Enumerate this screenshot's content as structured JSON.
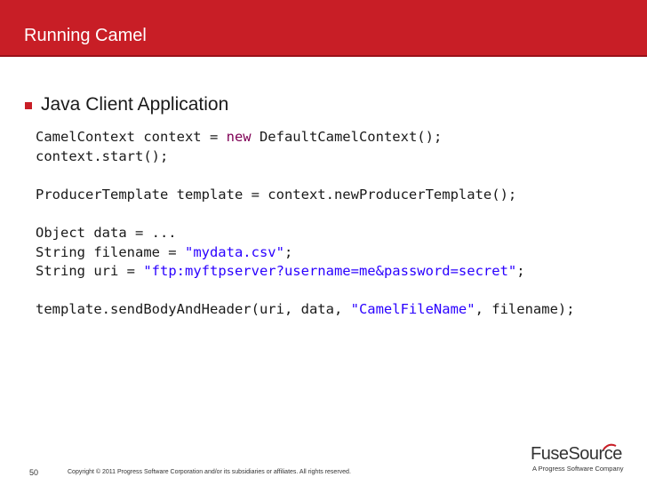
{
  "header": {
    "title": "Running Camel",
    "color": "#c81e26"
  },
  "bullet": {
    "text": "Java Client Application",
    "color": "#c81e26"
  },
  "code": {
    "lines": [
      [
        {
          "t": "CamelContext context = ",
          "c": "plain"
        },
        {
          "t": "new",
          "c": "kw"
        },
        {
          "t": " DefaultCamelContext();",
          "c": "plain"
        }
      ],
      [
        {
          "t": "context.start();",
          "c": "plain"
        }
      ],
      [],
      [
        {
          "t": "ProducerTemplate template = context.newProducerTemplate();",
          "c": "plain"
        }
      ],
      [],
      [
        {
          "t": "Object data = ...",
          "c": "plain"
        }
      ],
      [
        {
          "t": "String filename = ",
          "c": "plain"
        },
        {
          "t": "\"mydata.csv\"",
          "c": "str"
        },
        {
          "t": ";",
          "c": "plain"
        }
      ],
      [
        {
          "t": "String uri = ",
          "c": "plain"
        },
        {
          "t": "\"ftp:myftpserver?username=me&password=secret\"",
          "c": "str"
        },
        {
          "t": ";",
          "c": "plain"
        }
      ],
      [],
      [
        {
          "t": "template.sendBodyAndHeader(uri, data, ",
          "c": "plain"
        },
        {
          "t": "\"CamelFileName\"",
          "c": "str"
        },
        {
          "t": ", filename);",
          "c": "plain"
        }
      ]
    ],
    "keyword_color": "#7f0055",
    "string_color": "#2a00ff"
  },
  "footer": {
    "page_number": "50",
    "copyright": "Copyright © 2011 Progress Software Corporation and/or its subsidiaries or affiliates. All rights reserved."
  },
  "logo": {
    "name": "FuseSource",
    "tagline": "A Progress Software Company"
  }
}
